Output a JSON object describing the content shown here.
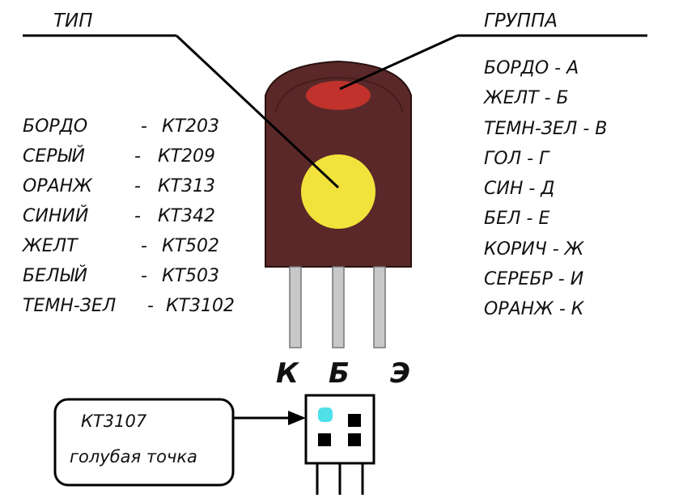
{
  "headings": {
    "type": "ТИП",
    "group": "ГРУППА"
  },
  "type_codes": [
    {
      "color": "БОРДО",
      "sep": "-",
      "code": "КТ203"
    },
    {
      "color": "СЕРЫЙ",
      "sep": "-",
      "code": "КТ209"
    },
    {
      "color": "ОРАНЖ",
      "sep": "-",
      "code": "КТ313"
    },
    {
      "color": "СИНИЙ",
      "sep": "-",
      "code": "КТ342"
    },
    {
      "color": "ЖЕЛТ",
      "sep": "-",
      "code": "КТ502"
    },
    {
      "color": "БЕЛЫЙ",
      "sep": "-",
      "code": "КТ503"
    },
    {
      "color": "ТЕМН-ЗЕЛ",
      "sep": "-",
      "code": "КТ3102"
    }
  ],
  "group_codes": [
    "БОРДО - А",
    "ЖЕЛТ - Б",
    "ТЕМН-ЗЕЛ - В",
    "ГОЛ - Г",
    "СИН - Д",
    "БЕЛ - Е",
    "КОРИЧ - Ж",
    "СЕРЕБР - И",
    "ОРАНЖ - К"
  ],
  "pins": [
    "К",
    "Б",
    "Э"
  ],
  "callout": {
    "model": "КТ3107",
    "note": "голубая точка"
  },
  "colors": {
    "body": "#5a2828",
    "top_dot": "#c0322b",
    "front_dot": "#f2e23c",
    "blue_dot": "#4fe0e8",
    "lead": "#c8c8c8"
  }
}
